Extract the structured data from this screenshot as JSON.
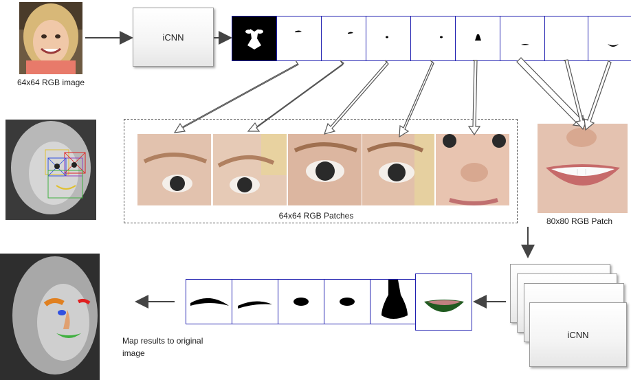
{
  "labels": {
    "input_image": "64x64 RGB image",
    "icnn_top": "iCNN",
    "icnn_bottom": "iCNN",
    "patches_64": "64x64 RGB Patches",
    "patch_80": "80x80 RGB Patch",
    "map_results": "Map results to original image"
  },
  "colors": {
    "strip_border": "#2020b0",
    "arrow": "#444444",
    "eyebrow_overlay": "#e08020",
    "eye_overlay": "#3050e0",
    "mouth_overlay": "#40b040",
    "nose_overlay": "#e0a070",
    "red_overlay": "#e02020"
  }
}
